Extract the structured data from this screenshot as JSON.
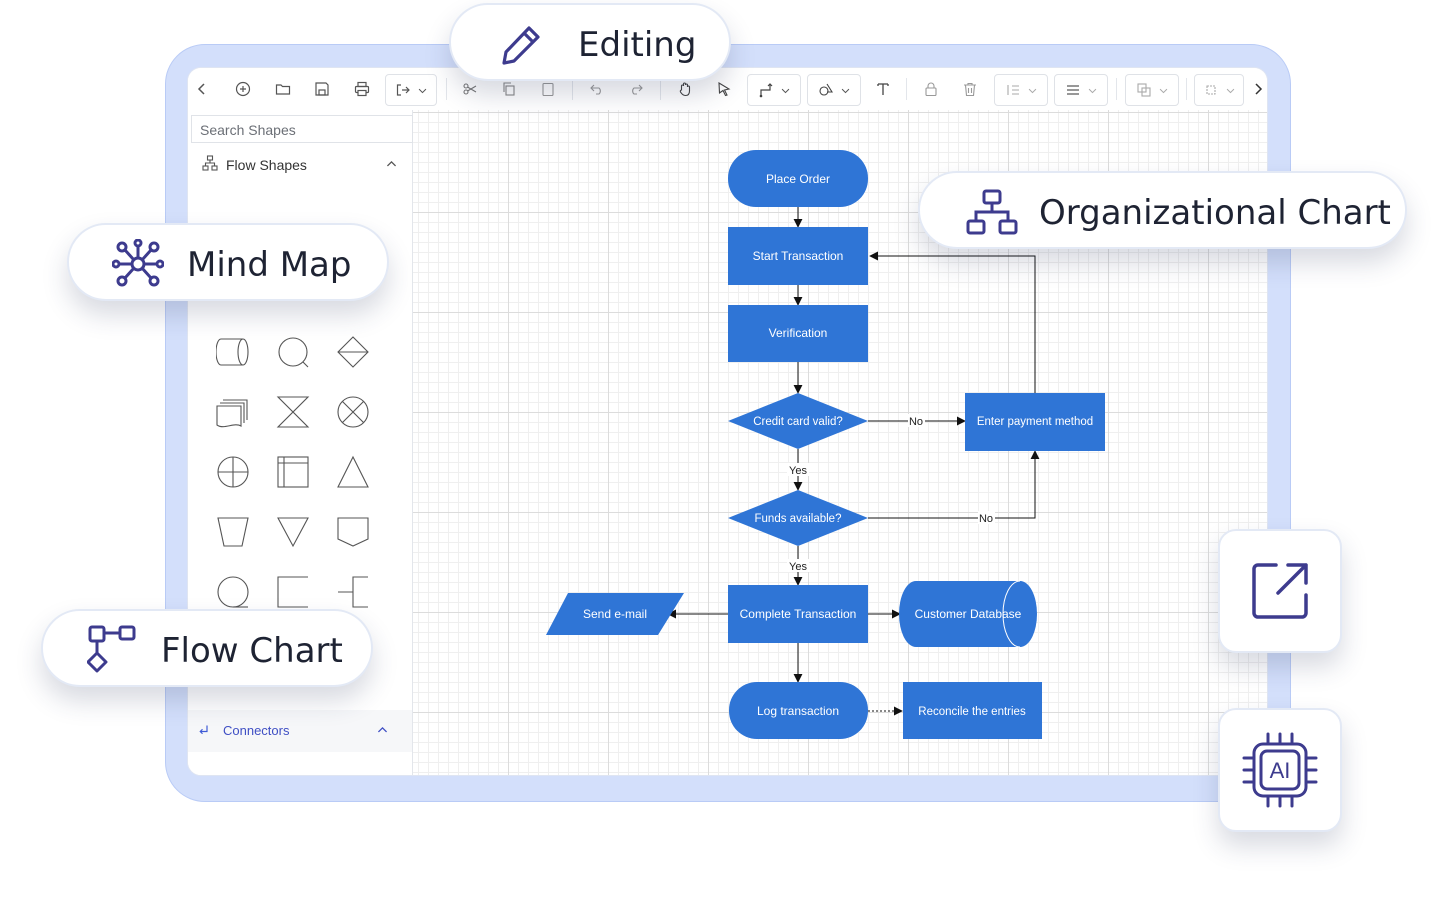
{
  "palette": {
    "search_placeholder": "Search Shapes",
    "flow_shapes_title": "Flow Shapes",
    "connectors_title": "Connectors"
  },
  "badges": {
    "editing": "Editing",
    "mind_map": "Mind Map",
    "org_chart": "Organizational Chart",
    "flow_chart": "Flow Chart"
  },
  "actions": {
    "export_icon": "external-link-icon",
    "ai_label": "AI"
  },
  "colors": {
    "node_fill": "#2f75d6",
    "accent": "#3d3b8e",
    "frame": "#d3dffb"
  },
  "flowchart": {
    "nodes": {
      "place_order": "Place Order",
      "start_transaction": "Start Transaction",
      "verification": "Verification",
      "credit_card_valid": "Credit card valid?",
      "enter_payment_method": "Enter payment method",
      "funds_available": "Funds available?",
      "complete_transaction": "Complete Transaction",
      "send_email": "Send e-mail",
      "customer_database": "Customer Database",
      "log_transaction": "Log transaction",
      "reconcile_entries": "Reconcile the entries"
    },
    "edges": {
      "no_1": "No",
      "no_2": "No",
      "yes_1": "Yes",
      "yes_2": "Yes"
    }
  }
}
